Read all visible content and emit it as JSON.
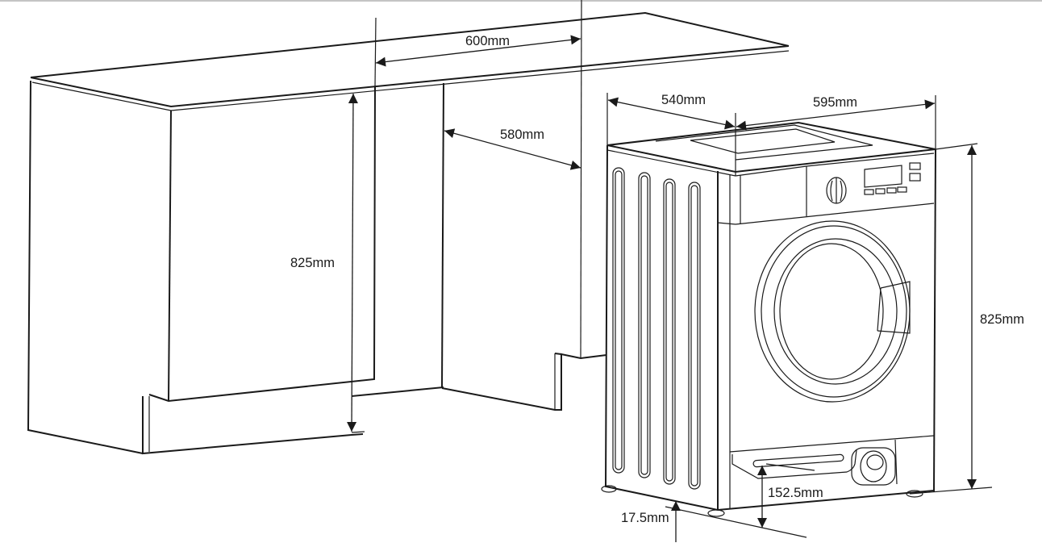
{
  "title": "Built-in washing machine installation dimensions",
  "colors": {
    "line": "#1a1a1a",
    "background": "#ffffff",
    "top_border": "#c4c4c4"
  },
  "dimensions": {
    "cabinet_width": "600mm",
    "cabinet_depth": "580mm",
    "cabinet_height": "825mm",
    "machine_depth": "540mm",
    "machine_width": "595mm",
    "machine_height": "825mm",
    "plinth_height": "152.5mm",
    "foot_height": "17.5mm"
  },
  "parts": {
    "cabinet": "kitchen-cabinet",
    "machine": "washing-machine",
    "control_panel": {
      "display": "display-window",
      "buttons_count": 4,
      "side_buttons_count": 2,
      "knob": "program-knob"
    },
    "side_vents_count": 4
  }
}
